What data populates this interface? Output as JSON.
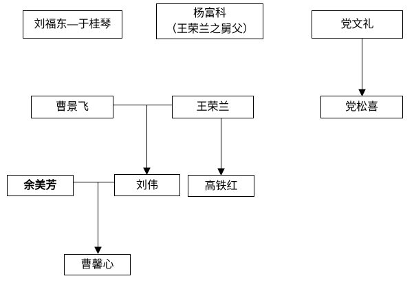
{
  "diagram": {
    "type": "family-relationship-flowchart",
    "background_color": "#ffffff",
    "line_color": "#000000",
    "nodes": [
      {
        "id": "liu-fudong-yu-guiqin",
        "label": "刘福东—于桂琴",
        "bold": false
      },
      {
        "id": "yang-fuke",
        "label": "杨富科",
        "sublabel": "（王荣兰之舅父）",
        "bold": false
      },
      {
        "id": "dang-wenli",
        "label": "党文礼",
        "bold": false
      },
      {
        "id": "cao-jingfei",
        "label": "曹景飞",
        "bold": false
      },
      {
        "id": "wang-ronglan",
        "label": "王荣兰",
        "bold": false
      },
      {
        "id": "dang-songxi",
        "label": "党松喜",
        "bold": false
      },
      {
        "id": "yu-meifang",
        "label": "余美芳",
        "bold": true
      },
      {
        "id": "liu-wei",
        "label": "刘伟",
        "bold": false
      },
      {
        "id": "gao-tiehong",
        "label": "高铁红",
        "bold": false
      },
      {
        "id": "cao-xinxin",
        "label": "曹馨心",
        "bold": false
      }
    ],
    "edges": [
      {
        "from": "cao-jingfei",
        "to": "wang-ronglan",
        "style": "plain-line"
      },
      {
        "from": "cao-jingfei—wang-ronglan",
        "to": "liu-wei",
        "style": "arrow"
      },
      {
        "from": "wang-ronglan",
        "to": "gao-tiehong",
        "style": "arrow"
      },
      {
        "from": "dang-wenli",
        "to": "dang-songxi",
        "style": "arrow"
      },
      {
        "from": "yu-meifang",
        "to": "liu-wei",
        "style": "plain-line"
      },
      {
        "from": "yu-meifang—liu-wei",
        "to": "cao-xinxin",
        "style": "arrow"
      }
    ]
  }
}
